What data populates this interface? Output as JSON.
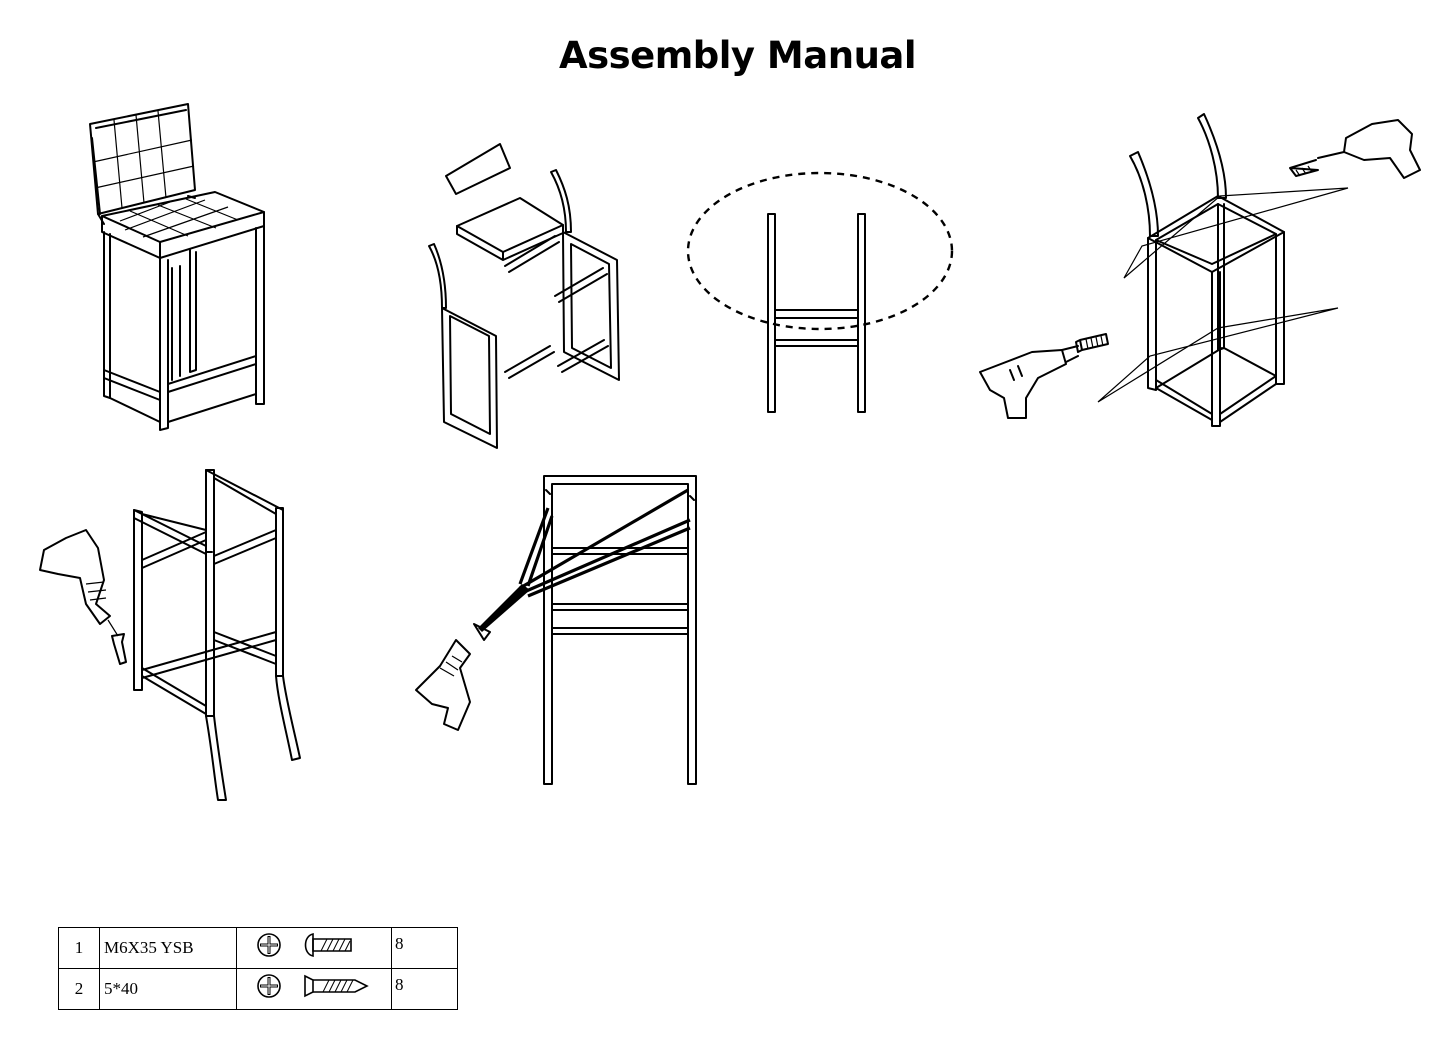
{
  "page": {
    "title": "Assembly Manual"
  },
  "steps": [
    {
      "icon": "assembled-bar-stool-illustration"
    },
    {
      "icon": "exploded-parts-illustration"
    },
    {
      "icon": "leg-frame-detail-illustration"
    },
    {
      "icon": "screw-seat-frame-illustration"
    },
    {
      "icon": "screw-side-frame-illustration"
    },
    {
      "icon": "screw-backrest-illustration"
    }
  ],
  "hardware": [
    {
      "no": "1",
      "name": "M6X35 YSB",
      "head_icon": "phillips-head-icon",
      "screw_icon": "bolt-icon",
      "qty": "8"
    },
    {
      "no": "2",
      "name": "5*40",
      "head_icon": "phillips-head-icon",
      "screw_icon": "wood-screw-icon",
      "qty": "8"
    }
  ]
}
